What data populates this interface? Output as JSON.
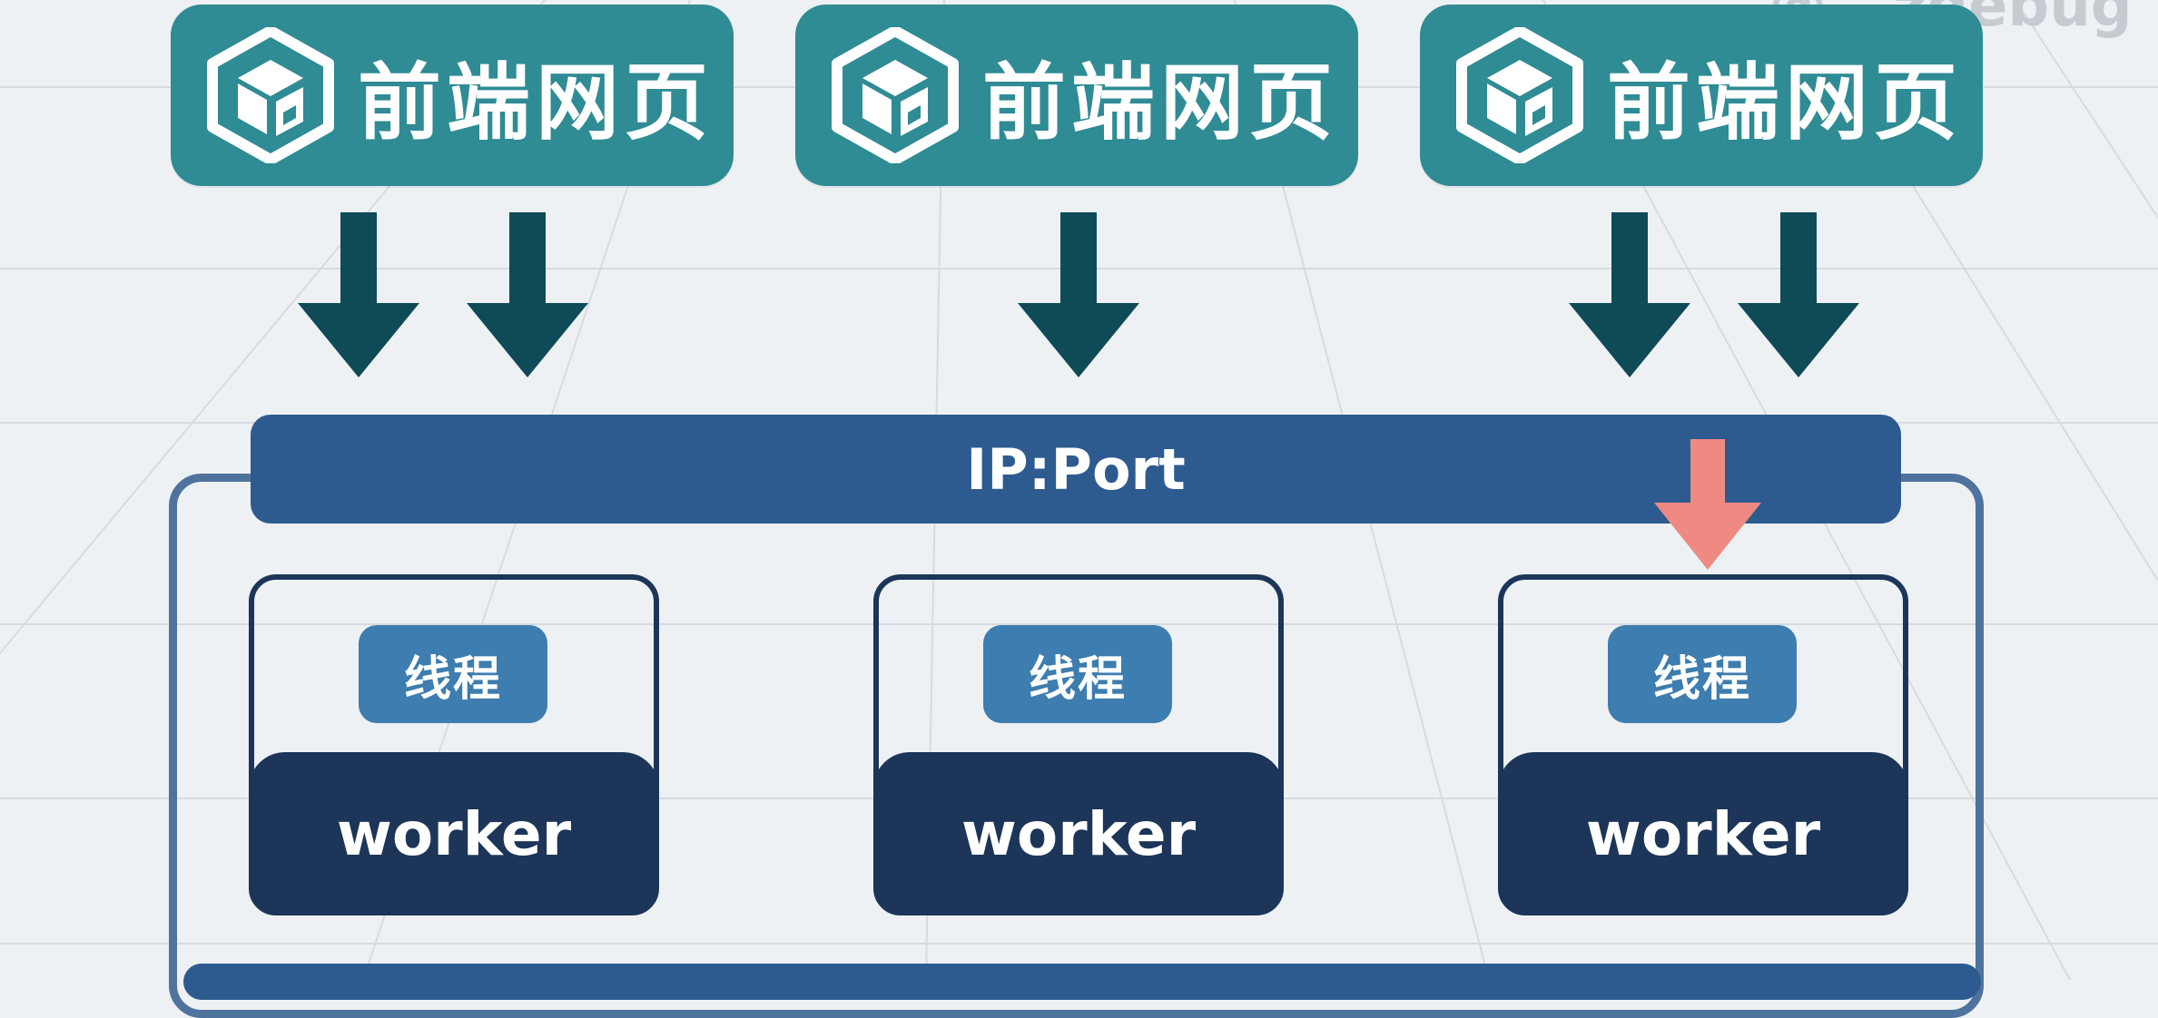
{
  "watermark": "@...zdebug",
  "frontends": [
    {
      "label": "前端网页"
    },
    {
      "label": "前端网页"
    },
    {
      "label": "前端网页"
    }
  ],
  "ip_bar": {
    "label": "IP:Port"
  },
  "workers": [
    {
      "thread_label": "线程",
      "worker_label": "worker"
    },
    {
      "thread_label": "线程",
      "worker_label": "worker"
    },
    {
      "thread_label": "线程",
      "worker_label": "worker"
    }
  ],
  "colors": {
    "background": "#eef1f4",
    "frontend": "#2f8b94",
    "arrow_dark": "#0f4b57",
    "arrow_highlight": "#ef8a83",
    "ip_bar": "#2e5b8f",
    "server_border": "#4e739d",
    "worker": "#1c3558",
    "thread": "#3d7daf"
  },
  "icons": {
    "frontend_logo": "hexagon-cube-g-logo-icon",
    "arrow": "down-arrow-icon",
    "highlight_arrow": "down-arrow-highlight-icon"
  }
}
